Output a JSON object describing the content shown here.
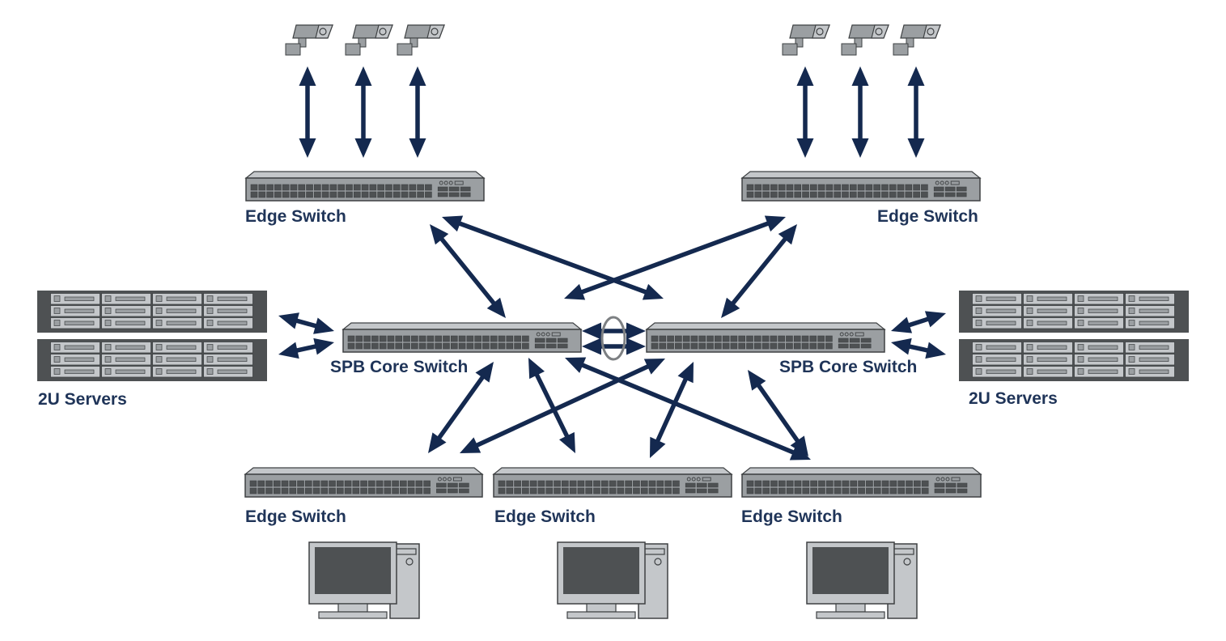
{
  "colors": {
    "arrow": "#14294f",
    "label": "#1f3458",
    "device_dark": "#4e5153",
    "device_body": "#9b9fa2",
    "device_light": "#c4c7ca",
    "device_line": "#3e4143",
    "background": "#ffffff"
  },
  "labels": {
    "edge_switch_top_left": "Edge Switch",
    "edge_switch_top_right": "Edge Switch",
    "core_switch_left": "SPB Core Switch",
    "core_switch_right": "SPB Core Switch",
    "servers_left": "2U Servers",
    "servers_right": "2U Servers",
    "edge_switch_bottom_1": "Edge Switch",
    "edge_switch_bottom_2": "Edge Switch",
    "edge_switch_bottom_3": "Edge Switch"
  },
  "icons": {
    "camera": "security-camera-icon",
    "switch": "network-switch-icon",
    "server": "rack-server-2u-icon",
    "computer": "desktop-computer-icon",
    "link_aggregation": "link-aggregation-ellipse-icon"
  }
}
